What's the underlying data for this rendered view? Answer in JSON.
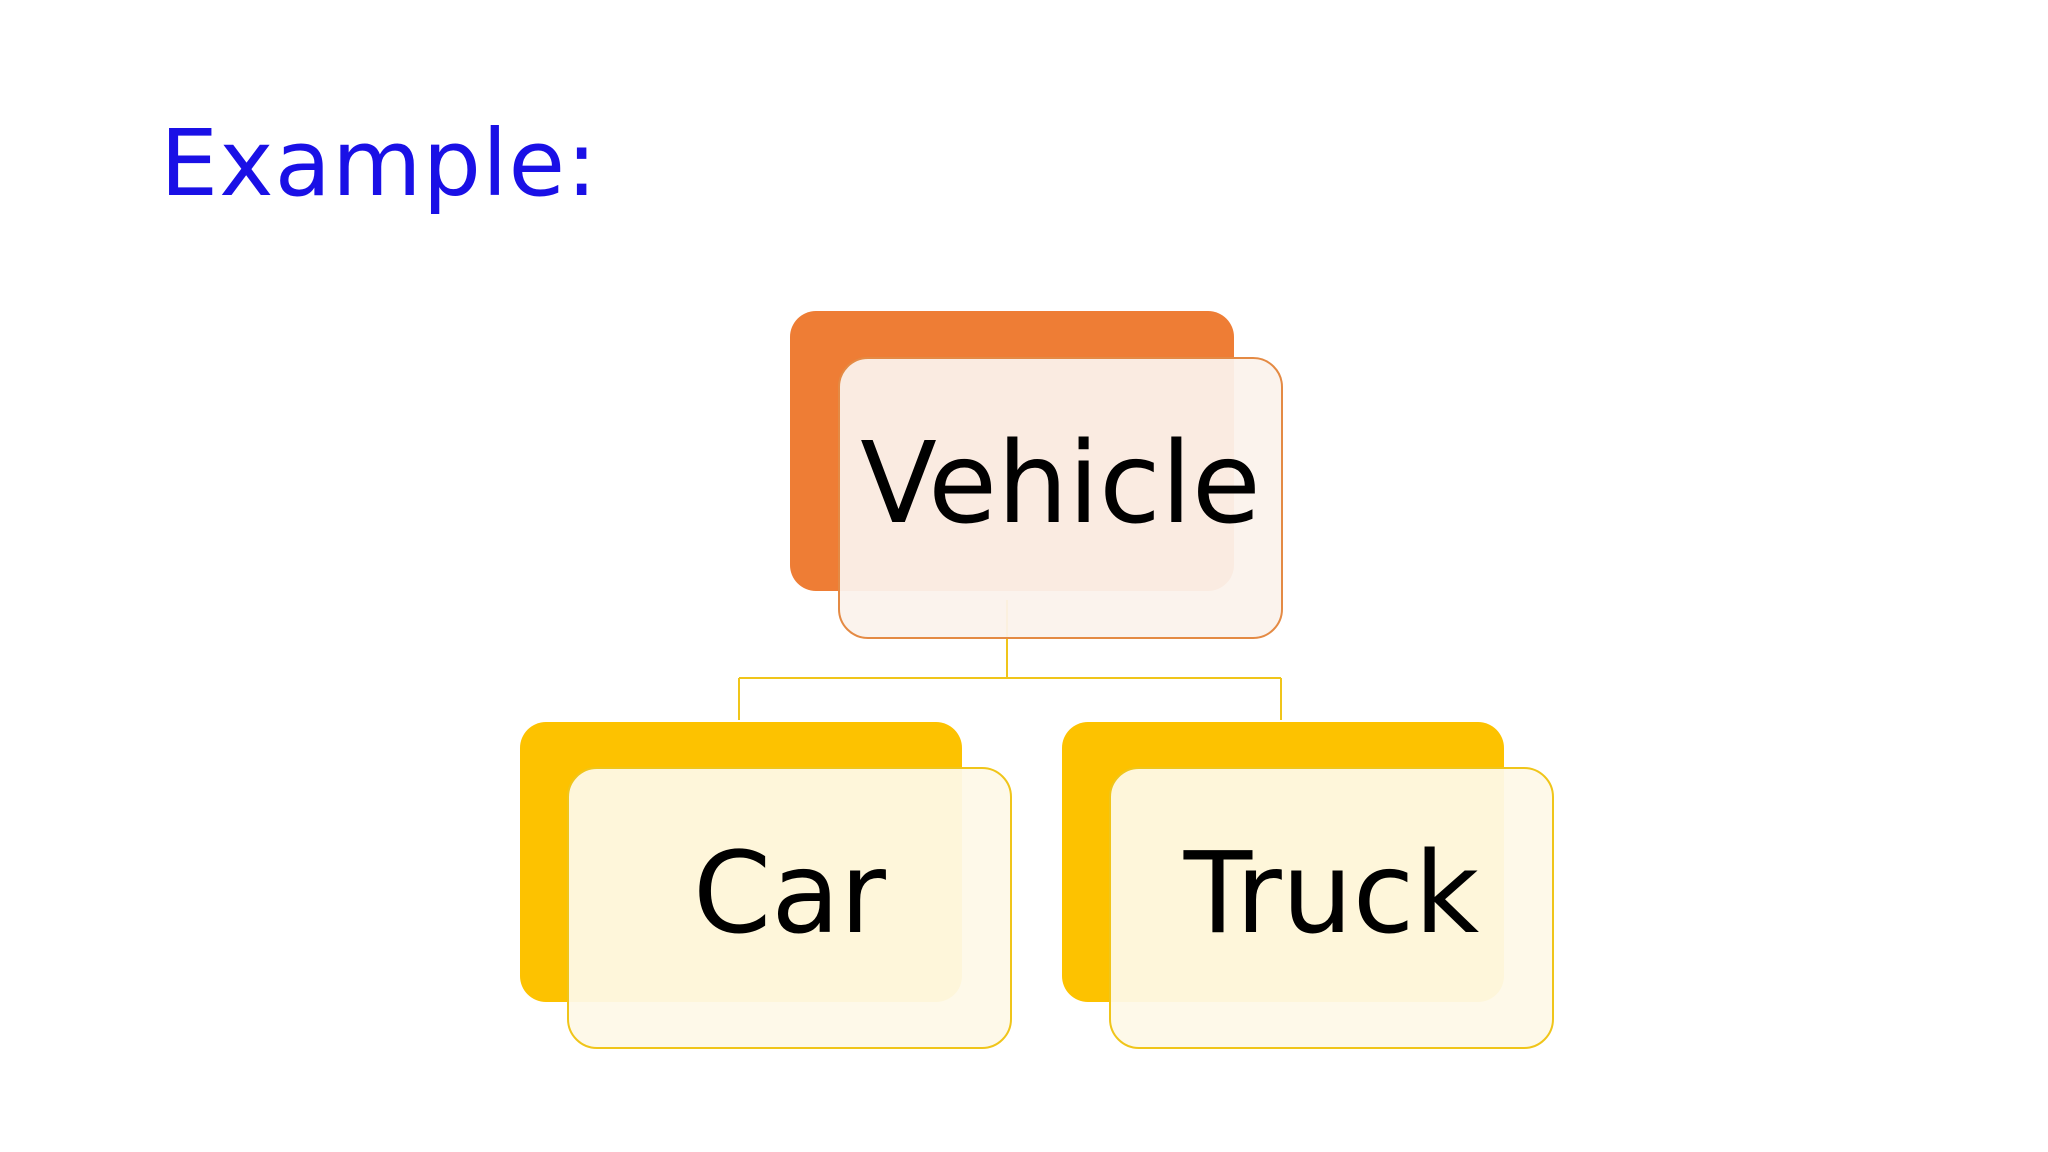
{
  "slide": {
    "title": "Example:",
    "title_color": "#1a10e6"
  },
  "diagram": {
    "root": {
      "label": "Vehicle",
      "accent_color": "#ee7d35",
      "border_color": "#e48a44",
      "fill_color": "rgba(251,242,236,0.94)"
    },
    "children": [
      {
        "label": "Car",
        "accent_color": "#fdc200",
        "border_color": "#f0c51a",
        "fill_color": "rgba(254,249,232,0.94)"
      },
      {
        "label": "Truck",
        "accent_color": "#fdc200",
        "border_color": "#f0c51a",
        "fill_color": "rgba(254,249,232,0.94)"
      }
    ],
    "connector_color": "#f0c51a"
  }
}
